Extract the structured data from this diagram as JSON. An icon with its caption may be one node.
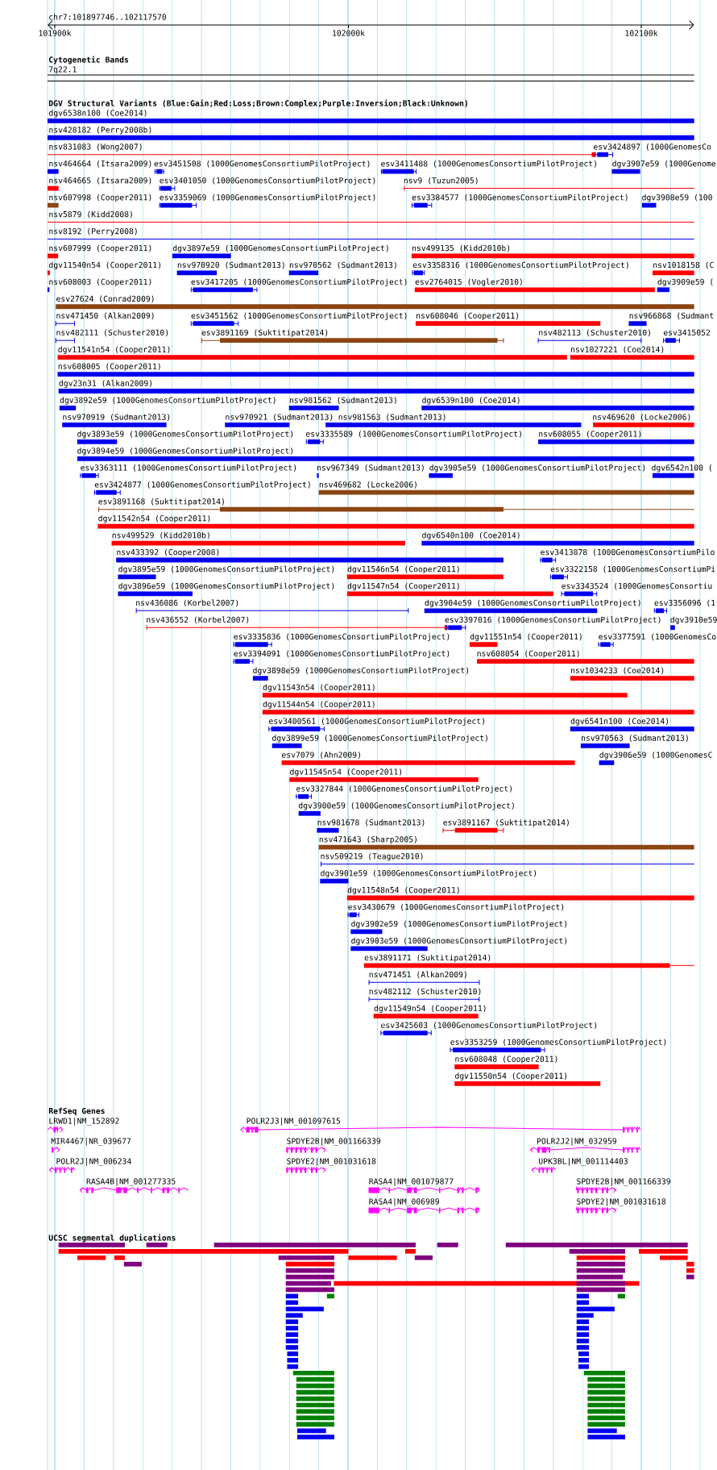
{
  "diagram": {
    "labels": [
      "chr7:101897746..102117570",
      "101900k",
      "102000k",
      "102100k",
      "Cytogenetic Bands",
      "7q22.1",
      "DGV Structural Variants (Blue:Gain;Red:Loss;Brown:Complex;Purple:Inversion;Black:Unknown)",
      "dgv6538n100 (Coe2014)",
      "nsv428182 (Perry2008b)",
      "nsv831083 (Wong2007)",
      "esv3424897 (1000GenomesCo",
      "nsv464664 (Itsara2009)",
      "esv3451508 (1000GenomesConsortiumPilotProject)",
      "esv3411488 (1000GenomesConsortiumPilotProject)",
      "dgv3907e59 (1000Genome",
      "nsv464665 (Itsara2009)",
      "esv3401050 (1000GenomesConsortiumPilotProject)",
      "nsv9 (Tuzun2005)",
      "nsv607998 (Cooper2011)",
      "esv3359069 (1000GenomesConsortiumPilotProject)",
      "esv3384577 (1000GenomesConsortiumPilotProject)",
      "dgv3908e59 (100",
      "nsv5879 (Kidd2008)",
      "nsv8192 (Perry2008)",
      "nsv607999 (Cooper2011)",
      "dgv3897e59 (1000GenomesConsortiumPilotProject)",
      "nsv499135 (Kidd2010b)",
      "dgv11540n54 (Cooper2011)",
      "nsv970920 (Sudmant2013)",
      "nsv970562 (Sudmant2013)",
      "esv3358316 (1000GenomesConsortiumPilotProject)",
      "nsv1018158 (C",
      "nsv608003 (Cooper2011)",
      "esv3417205 (1000GenomesConsortiumPilotProject)",
      "esv2764015 (Vogler2010)",
      "dgv3909e59 (",
      "esv27624 (Conrad2009)",
      "nsv471450 (Alkan2009)",
      "esv3451562 (1000GenomesConsortiumPilotProject)",
      "nsv608046 (Cooper2011)",
      "nsv966868 (Sudmant",
      "nsv482111 (Schuster2010)",
      "esv3891169 (Suktitipat2014)",
      "nsv482113 (Schuster2010)",
      "esv3415052",
      "dgv11541n54 (Cooper2011)",
      "nsv1027221 (Coe2014)",
      "nsv608005 (Cooper2011)",
      "dgv23n31 (Alkan2009)",
      "dgv3892e59 (1000GenomesConsortiumPilotProject)",
      "nsv981562 (Sudmant2013)",
      "dgv6539n100 (Coe2014)",
      "nsv970919 (Sudmant2013)",
      "nsv970921 (Sudmant2013)",
      "nsv981563 (Sudmant2013)",
      "nsv469620 (Locke2006)",
      "dgv3893e59 (1000GenomesConsortiumPilotProject)",
      "esv3335589 (1000GenomesConsortiumPilotProject)",
      "nsv608055 (Cooper2011)",
      "dgv3894e59 (1000GenomesConsortiumPilotProject)",
      "esv3363111 (1000GenomesConsortiumPilotProject)",
      "nsv967349 (Sudmant2013)",
      "dgv3905e59 (1000GenomesConsortiumPilotProject)",
      "dgv6542n100 (",
      "esv3424877 (1000GenomesConsortiumPilotProject)",
      "nsv469682 (Locke2006)",
      "esv3891168 (Suktitipat2014)",
      "dgv11542n54 (Cooper2011)",
      "nsv499529 (Kidd2010b)",
      "dgv6540n100 (Coe2014)",
      "nsv433392 (Cooper2008)",
      "esv3413878 (1000GenomesConsortiumPilo",
      "dgv3895e59 (1000GenomesConsortiumPilotProject)",
      "dgv11546n54 (Cooper2011)",
      "esv3322158 (1000GenomesConsortiumPi",
      "dgv3896e59 (1000GenomesConsortiumPilotProject)",
      "dgv11547n54 (Cooper2011)",
      "esv3343524 (1000GenomesConsortiu",
      "nsv436086 (Korbel2007)",
      "dgv3904e59 (1000GenomesConsortiumPilotProject)",
      "esv3356096 (1",
      "nsv436552 (Korbel2007)",
      "esv3397016 (1000GenomesConsortiumPilotProject)",
      "dgv3910e59",
      "esv3335836 (1000GenomesConsortiumPilotProject)",
      "dgv11551n54 (Cooper2011)",
      "esv3377591 (1000GenomesCo",
      "esv3394091 (1000GenomesConsortiumPilotProject)",
      "nsv608054 (Cooper2011)",
      "dgv3898e59 (1000GenomesConsortiumPilotProject)",
      "nsv1034233 (Coe2014)",
      "dgv11543n54 (Cooper2011)",
      "dgv11544n54 (Cooper2011)",
      "esv3400561 (1000GenomesConsortiumPilotProject)",
      "dgv6541n100 (Coe2014)",
      "dgv3899e59 (1000GenomesConsortiumPilotProject)",
      "nsv970563 (Sudmant2013)",
      "esv7079 (Ahn2009)",
      "dgv3906e59 (1000GenomesC",
      "dgv11545n54 (Cooper2011)",
      "esv3327844 (1000GenomesConsortiumPilotProject)",
      "dgv3900e59 (1000GenomesConsortiumPilotProject)",
      "nsv981678 (Sudmant2013)",
      "esv3891167 (Suktitipat2014)",
      "nsv471643 (Sharp2005)",
      "nsv509219 (Teague2010)",
      "dgv3901e59 (1000GenomesConsortiumPilotProject)",
      "dgv11548n54 (Cooper2011)",
      "esv3430679 (1000GenomesConsortiumPilotProject)",
      "dgv3902e59 (1000GenomesConsortiumPilotProject)",
      "dgv3903e59 (1000GenomesConsortiumPilotProject)",
      "esv3891171 (Suktitipat2014)",
      "nsv471451 (Alkan2009)",
      "nsv482112 (Schuster2010)",
      "dgv11549n54 (Cooper2011)",
      "esv3425603 (1000GenomesConsortiumPilotProject)",
      "esv3353259 (1000GenomesConsortiumPilotProject)",
      "nsv608048 (Cooper2011)",
      "dgv11550n54 (Cooper2011)",
      "RefSeq Genes",
      "LRWD1|NM_152892",
      "POLR2J3|NM_001097615",
      "MIR4467|NR_039677",
      "SPDYE2B|NM_001166339",
      "POLR2J2|NM_032959",
      "POLR2J|NM_006234",
      "SPDYE2|NM_001031618",
      "UPK3BL|NM_001114403",
      "RASA4B|NM_001277335",
      "RASA4|NM_001079877",
      "SPDYE2B|NM_001166339",
      "RASA4|NM_006989",
      "SPDYE2|NM_001031618",
      "UCSC segmental duplications"
    ]
  }
}
